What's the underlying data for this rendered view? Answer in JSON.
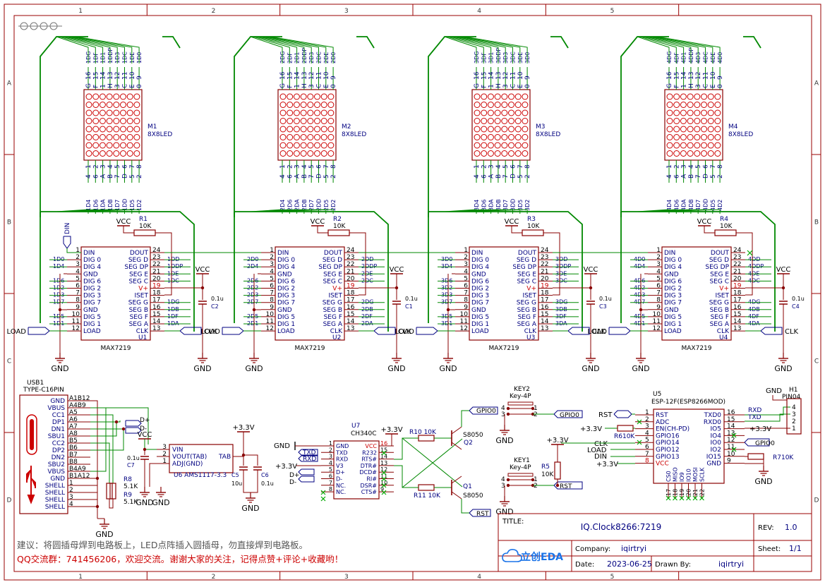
{
  "frame": {
    "cols": [
      "1",
      "2",
      "3",
      "4",
      "5"
    ],
    "rows": [
      "A",
      "B",
      "C",
      "D"
    ]
  },
  "matrices": [
    {
      "ref": "M1",
      "value": "8X8LED",
      "top_nets": [
        "1DG",
        "1DF",
        "1D1",
        "1DDP",
        "1D3",
        "1DC",
        "1DE",
        "1D0"
      ],
      "bottom_nets": [
        "1D4",
        "1D6",
        "1DA",
        "1DB",
        "1D7",
        "1DD",
        "1D5",
        "1D2"
      ]
    },
    {
      "ref": "M2",
      "value": "8X8LED",
      "top_nets": [
        "2DG",
        "2DF",
        "2D1",
        "2DDP",
        "2D3",
        "2DC",
        "2DE",
        "2D0"
      ],
      "bottom_nets": [
        "2D4",
        "2D6",
        "2DA",
        "2DB",
        "2D7",
        "2DD",
        "2D5",
        "2D2"
      ]
    },
    {
      "ref": "M3",
      "value": "8X8LED",
      "top_nets": [
        "3DG",
        "3DF",
        "3D1",
        "3DDP",
        "3D3",
        "3DC",
        "3DE",
        "3D0"
      ],
      "bottom_nets": [
        "3D4",
        "3D6",
        "3DA",
        "3DB",
        "3D7",
        "3DD",
        "3D5",
        "3D2"
      ]
    },
    {
      "ref": "M4",
      "value": "8X8LED",
      "top_nets": [
        "4DG",
        "4DF",
        "4D1",
        "4DDP",
        "4D3",
        "4DC",
        "4DE",
        "4D0"
      ],
      "bottom_nets": [
        "4D4",
        "4D6",
        "4DA",
        "4DB",
        "4D7",
        "4DD",
        "4D5",
        "4D2"
      ]
    }
  ],
  "matrix_pins": {
    "top": [
      "16",
      "15",
      "14",
      "13",
      "12",
      "11",
      "10",
      "9"
    ],
    "top_letters": [
      "G",
      "F",
      "1",
      "H",
      "3",
      "C",
      "E",
      "0"
    ],
    "bottom": [
      "1",
      "2",
      "3",
      "4",
      "5",
      "6",
      "7",
      "8"
    ],
    "bottom_letters": [
      "4",
      "6",
      "A",
      "B",
      "7",
      "D",
      "5",
      "2"
    ]
  },
  "drivers": [
    {
      "ref": "U1",
      "value": "MAX7219",
      "res": "R1",
      "res_val": "10K",
      "cap": "C2",
      "cap_val": "0.1u",
      "p": "1"
    },
    {
      "ref": "U2",
      "value": "MAX7219",
      "res": "R2",
      "res_val": "10K",
      "cap": "C1",
      "cap_val": "0.1u",
      "p": "2"
    },
    {
      "ref": "U3",
      "value": "MAX7219",
      "res": "R3",
      "res_val": "10K",
      "cap": "C3",
      "cap_val": "0.1u",
      "p": "3"
    },
    {
      "ref": "U4",
      "value": "MAX7219",
      "res": "R4",
      "res_val": "10K",
      "cap": "C4",
      "cap_val": "0.1u",
      "p": "4"
    }
  ],
  "max_pins": {
    "left_names": [
      "DIN",
      "DIG 0",
      "DIG 4",
      "GND",
      "DIG 6",
      "DIG 2",
      "DIG 3",
      "DIG 7",
      "GND",
      "DIG 5",
      "DIG 1",
      "LOAD"
    ],
    "left_nums": [
      "1",
      "2",
      "3",
      "4",
      "5",
      "6",
      "7",
      "8",
      "9",
      "10",
      "11",
      "12"
    ],
    "right_names": [
      "DOUT",
      "SEG D",
      "SEG DP",
      "SEG E",
      "SEG C",
      "V+",
      "ISET",
      "SEG G",
      "SEG B",
      "SEG F",
      "SEG A",
      "CLK"
    ],
    "right_nums": [
      "24",
      "23",
      "22",
      "21",
      "20",
      "19",
      "18",
      "17",
      "16",
      "15",
      "14",
      "13"
    ]
  },
  "labels": {
    "gnd": "GND",
    "vcc": "VCC",
    "v33": "+3.3V",
    "din": "DIN",
    "load": "LOAD",
    "clk": "CLK",
    "gpio0": "GPIO0",
    "rst": "RST",
    "dplus": "D+",
    "dminus": "D-",
    "txd": "TXD",
    "rxd": "RXD"
  },
  "usb": {
    "ref": "USB1",
    "value": "TYPE-C16PIN",
    "pins_left": [
      "GND",
      "VBUS",
      "CC1",
      "DP1",
      "DN1",
      "SBU1",
      "CC2",
      "DP2",
      "DN2",
      "SBU2",
      "VBUS",
      "GND",
      "SHELL",
      "SHELL",
      "SHELL",
      "SHELL"
    ],
    "pins_num": [
      "A1B12",
      "A4B9",
      "A5",
      "A6",
      "A7",
      "A8",
      "B5",
      "B6",
      "B7",
      "B8",
      "B4A9",
      "B1A12",
      "1",
      "2",
      "3",
      "4"
    ],
    "r8": "R8",
    "r8_val": "5.1K",
    "r9": "R9",
    "r9_val": "5.1K"
  },
  "ldo": {
    "ref": "U6",
    "value": "AMS1117-3.3",
    "pins": [
      "VIN",
      "VOUT(TAB)",
      "ADJ(GND)"
    ],
    "pin_nums": [
      "3",
      "2",
      "1"
    ],
    "tab": "TAB",
    "c7": "C7",
    "c7_val": "0.1u",
    "c5": "C5",
    "c5_val": "10u",
    "c6": "C6",
    "c6_val": "0.1u"
  },
  "ch340": {
    "ref": "U7",
    "value": "CH340C",
    "left": [
      "GND",
      "TXD",
      "RXD",
      "V3",
      "D+",
      "D-",
      "NC.",
      "NC."
    ],
    "left_nums": [
      "1",
      "2",
      "3",
      "4",
      "5",
      "6",
      "7",
      "8"
    ],
    "right": [
      "VCC",
      "R232",
      "RTS#",
      "DTR#",
      "DCD#",
      "RI#",
      "DSR#",
      "CTS#"
    ],
    "right_nums": [
      "16",
      "15",
      "14",
      "13",
      "12",
      "11",
      "10",
      "9"
    ]
  },
  "autoreset": {
    "r10": "R10",
    "r10_val": "10K",
    "r11": "R11",
    "r11_val": "10K",
    "q1": "Q1",
    "q1_val": "S8050",
    "q2": "Q2",
    "q2_val": "S8050"
  },
  "keys": {
    "key1": "KEY1",
    "key2": "KEY2",
    "val": "Key-4P",
    "r5": "R5",
    "r5_val": "10K"
  },
  "esp": {
    "ref": "U5",
    "value": "ESP-12F(ESP8266MOD)",
    "left": [
      "RST",
      "ADC",
      "EN(CH-PD)",
      "GPIO16",
      "GPIO14",
      "GPIO12",
      "GPIO13",
      "VCC"
    ],
    "left_nums": [
      "1",
      "2",
      "3",
      "4",
      "5",
      "6",
      "7",
      "8"
    ],
    "right": [
      "TXD0",
      "RXD0",
      "IO5",
      "IO4",
      "IO0",
      "IO2",
      "IO15",
      "GND"
    ],
    "right_nums": [
      "16",
      "15",
      "14",
      "13",
      "12",
      "11",
      "10",
      "9"
    ],
    "bottom": [
      "CS0",
      "MISO",
      "IO9",
      "IO10",
      "MOSI",
      "SCLK"
    ],
    "bottom_nums": [
      "17",
      "18",
      "19",
      "20",
      "21",
      "22"
    ],
    "r6": "R6",
    "r6_val": "10K",
    "r7": "R7",
    "r7_val": "10K"
  },
  "header": {
    "ref": "H1",
    "value": "PIN04",
    "pins": [
      "4",
      "3",
      "2",
      "1"
    ],
    "net_rxd": "RXD",
    "net_txd": "TXD"
  },
  "notes": {
    "line1": "建议：将圆插母焊到电路板上，LED点阵插入圆插母，勿直接焊到电路板。",
    "line2": "QQ交流群：741456206，欢迎交流。谢谢大家的关注，记得点赞+评论+收藏哟！"
  },
  "title_block": {
    "title_label": "TITLE:",
    "title": "IQ.Clock8266:7219",
    "rev_label": "REV:",
    "rev": "1.0",
    "company_label": "Company:",
    "company": "iqirtryi",
    "sheet_label": "Sheet:",
    "sheet": "1/1",
    "date_label": "Date:",
    "date": "2023-06-25",
    "drawn_label": "Drawn By:",
    "drawn": "iqirtryi",
    "logo": "立创EDA"
  },
  "colors": {
    "border": "#990000",
    "wire": "#008800",
    "text": "#000080",
    "power": "#cc0000",
    "component": "#880000"
  }
}
